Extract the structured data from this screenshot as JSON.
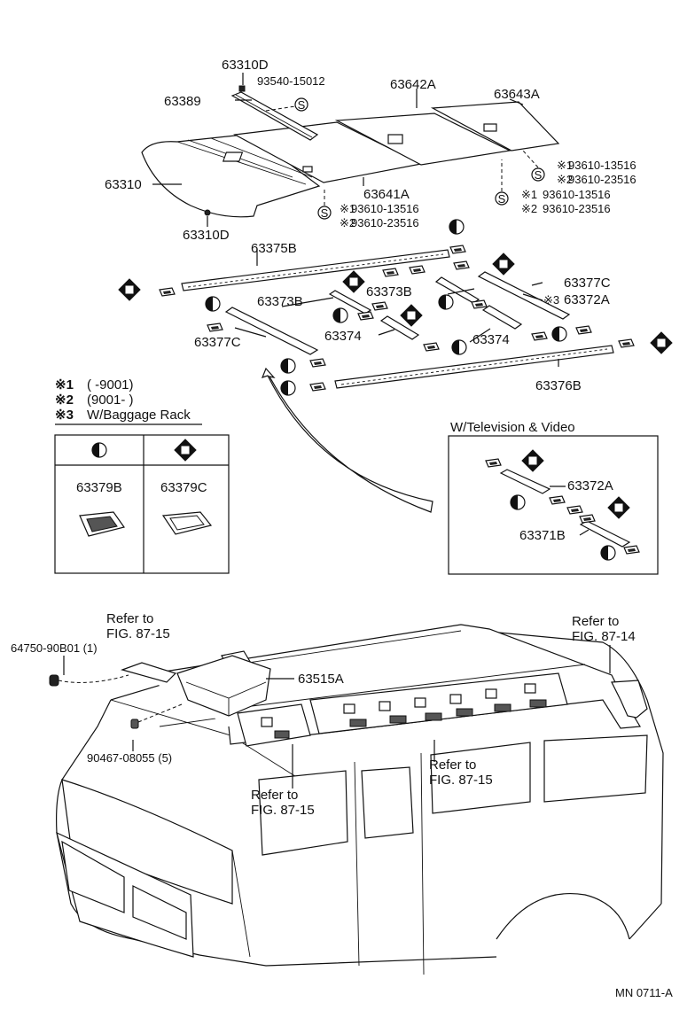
{
  "labels": {
    "p63310D_top": "63310D",
    "p93540": "93540-15012",
    "p63389": "63389",
    "p63642A": "63642A",
    "p63643A": "63643A",
    "p63310": "63310",
    "p63641A": "63641A",
    "p63310D_bottom": "63310D",
    "p63375B": "63375B",
    "p63377C_right": "63377C",
    "p63372A_right": "63372A",
    "p63373B_left": "63373B",
    "p63373B_right": "63373B",
    "p63374_left": "63374",
    "p63374_right": "63374",
    "p63377C_left": "63377C",
    "p63376B": "63376B",
    "p63379B": "63379B",
    "p63379C": "63379C",
    "p63372A_tv": "63372A",
    "p63371B": "63371B",
    "p63515A": "63515A",
    "p64750": "64750-90B01 (1)",
    "p90467": "90467-08055 (5)",
    "figure_code": "MN 0711-A"
  },
  "bolts": {
    "mid_1": "93610-13516",
    "mid_2": "93610-23516",
    "right_a1": "93610-13516",
    "right_a2": "93610-23516",
    "right_b1": "93610-13516",
    "right_b2": "93610-23516",
    "mark1": "※1",
    "mark2": "※2",
    "mark3": "※3",
    "s_symbol": "S"
  },
  "legend": {
    "note1_mark": "※1",
    "note1_text": "(      -9001)",
    "note2_mark": "※2",
    "note2_text": "(9001-       )",
    "note3_mark": "※3",
    "note3_text": "W/Baggage Rack"
  },
  "inset": {
    "title": "W/Television & Video"
  },
  "refs": {
    "ref1_line1": "Refer to",
    "ref1_line2": "FIG. 87-15",
    "ref2_line1": "Refer to",
    "ref2_line2": "FIG. 87-14",
    "ref3_line1": "Refer to",
    "ref3_line2": "FIG. 87-15",
    "ref4_line1": "Refer to",
    "ref4_line2": "FIG. 87-15"
  }
}
